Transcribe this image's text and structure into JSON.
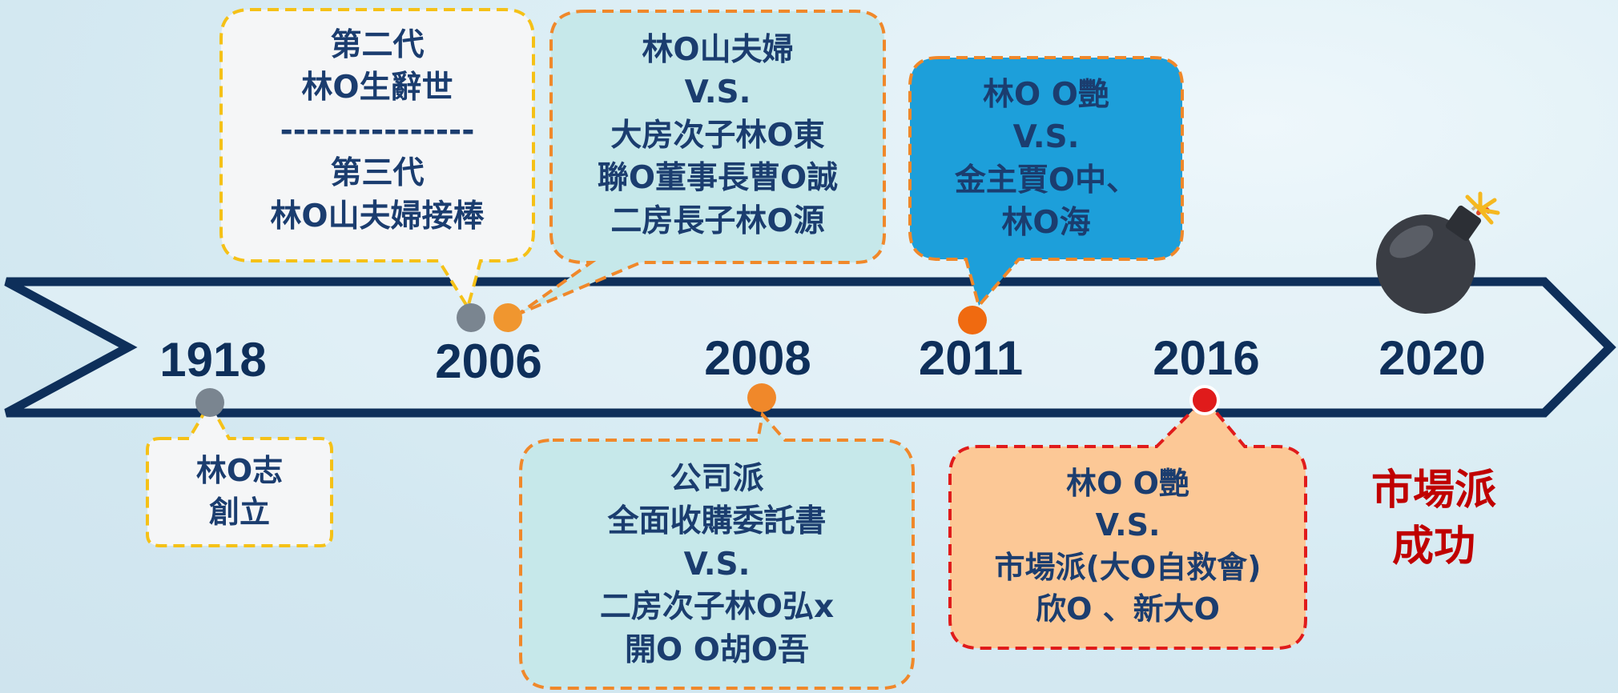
{
  "colors": {
    "arrow": "#0e2f5a",
    "accent_yellow": "#f5c117",
    "accent_orange": "#f0882a",
    "accent_red": "#e01b1b",
    "grey_dot": "#7a8590"
  },
  "timeline": {
    "years": [
      "1918",
      "2006",
      "2008",
      "2011",
      "2016",
      "2020"
    ]
  },
  "events": {
    "e1918": {
      "lines": [
        "林O志",
        "創立"
      ]
    },
    "e2006a": {
      "lines": [
        "第二代",
        "林O生辭世",
        "---------------",
        "第三代",
        "林O山夫婦接棒"
      ]
    },
    "e2006b": {
      "lines": [
        "林O山夫婦",
        "V.S.",
        "大房次子林O東",
        "聯O董事長曹O誠",
        "二房長子林O源"
      ]
    },
    "e2008": {
      "lines": [
        "公司派",
        "全面收購委託書",
        "V.S.",
        "二房次子林O弘x",
        "開O O胡O吾"
      ]
    },
    "e2011": {
      "lines": [
        "林O O艷",
        "V.S.",
        "金主賈O中、",
        "林O海"
      ]
    },
    "e2016": {
      "lines": [
        "林O O艷",
        "V.S.",
        "市場派(大O自救會)",
        "欣O 、新大O"
      ]
    }
  },
  "result": {
    "lines": [
      "市場派",
      "成功"
    ]
  },
  "icons": {
    "bomb": "bomb-icon"
  }
}
